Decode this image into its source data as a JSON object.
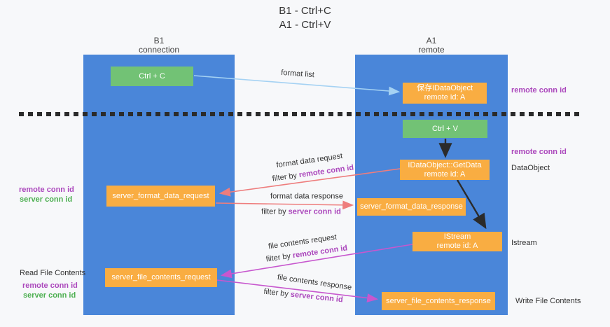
{
  "title": {
    "line1": "B1 - Ctrl+C",
    "line2": "A1 - Ctrl+V"
  },
  "columns": {
    "left": {
      "title": "B1",
      "subtitle": "connection"
    },
    "right": {
      "title": "A1",
      "subtitle": "remote"
    }
  },
  "nodes": {
    "ctrl_c": "Ctrl + C",
    "ctrl_v": "Ctrl + V",
    "save_dataobject": {
      "line1": "保存IDataObject",
      "line2": "remote id: A"
    },
    "getdata": {
      "line1": "IDataObject::GetData",
      "line2": "remote id: A"
    },
    "istream": {
      "line1": "IStream",
      "line2": "remote id: A"
    },
    "server_format_data_request": "server_format_data_request",
    "server_format_data_response": "server_format_data_response",
    "server_file_contents_request": "server_file_contents_request",
    "server_file_contents_response": "server_file_contents_response"
  },
  "side_labels": {
    "remote_conn_id_top": "remote conn id",
    "remote_conn_id_mid": "remote conn id",
    "dataobject": "DataObject",
    "istream": "Istream",
    "write_file_contents": "Write File Contents",
    "read_file_contents": "Read File Contents",
    "legend1_remote": "remote conn id",
    "legend1_server": "server conn id",
    "legend2_remote": "remote conn id",
    "legend2_server": "server conn id"
  },
  "flow_labels": {
    "format_list": "format list",
    "format_request": "format data request",
    "format_request_filter": {
      "prefix": "filter by ",
      "colored": "remote conn id"
    },
    "format_response": "format data response",
    "format_response_filter": {
      "prefix": "filter by ",
      "colored": "server conn id"
    },
    "file_request": "file contents request",
    "file_request_filter": {
      "prefix": "filter by ",
      "colored": "remote conn id"
    },
    "file_response": "file contents response",
    "file_response_filter": {
      "prefix": "filter by ",
      "colored": "server conn id"
    }
  },
  "colors": {
    "lifeline_blue": "#4a86d9",
    "node_green": "#72c275",
    "node_orange": "#f9ad42",
    "purple_text": "#ab47bc",
    "green_text": "#4caf50",
    "arrow_lightblue": "#a5d2f3",
    "arrow_salmon": "#ee7d7d",
    "arrow_magenta": "#c757ce",
    "dashed_line": "#2b2b2b",
    "background": "#f7f8fa"
  }
}
